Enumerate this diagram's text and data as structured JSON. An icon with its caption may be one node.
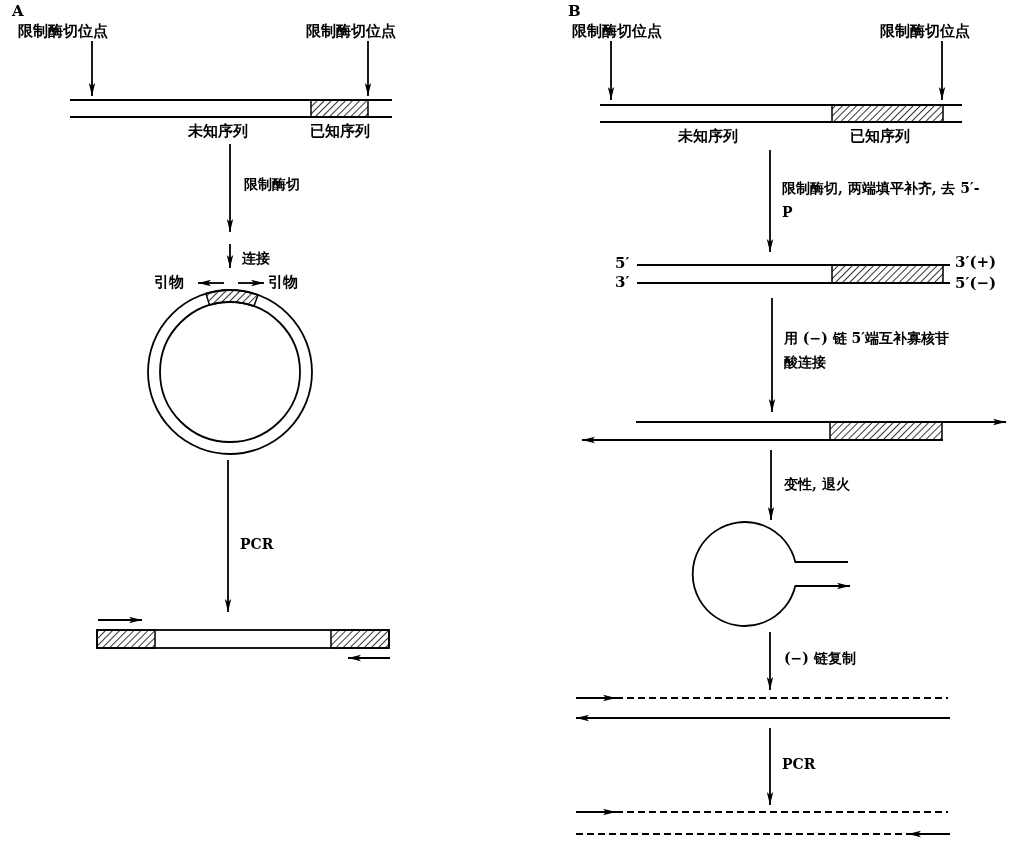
{
  "diagram": {
    "nodes": [
      {
        "text": [
          "限制酶切位点"
        ]
      },
      {
        "text": [
          "限制酶切位点"
        ]
      },
      {
        "text": [],
        "shape": "bar",
        "beside": [
          "未知序列",
          "已知序列"
        ]
      },
      {
        "text": [],
        "shape": "circle",
        "beside": [
          "引物",
          "引物"
        ]
      },
      {
        "text": [],
        "shape": "bar"
      },
      {
        "text": [
          "限制酶切位点"
        ]
      },
      {
        "text": [
          "限制酶切位点"
        ]
      },
      {
        "text": [],
        "shape": "bar",
        "beside": [
          "未知序列",
          "已知序列"
        ]
      },
      {
        "text": [],
        "shape": "bar",
        "beside": [
          "5′",
          "3′",
          "3′(+)",
          "5′(−)"
        ]
      },
      {
        "text": [],
        "shape": "bar"
      },
      {
        "text": [],
        "shape": "circle"
      },
      {
        "text": [],
        "shape": "bar"
      },
      {
        "text": [],
        "shape": "bar"
      }
    ],
    "edges": [
      {
        "from": 0,
        "to": 2,
        "arrow": "to"
      },
      {
        "from": 1,
        "to": 2,
        "arrow": "to"
      },
      {
        "from": 2,
        "to": null,
        "arrow": "to",
        "label": "限制酶切"
      },
      {
        "from": null,
        "to": 3,
        "arrow": "to",
        "label": "连接"
      },
      {
        "from": 3,
        "to": 4,
        "arrow": "to",
        "label": "PCR"
      },
      {
        "from": 5,
        "to": 7,
        "arrow": "to"
      },
      {
        "from": 6,
        "to": 7,
        "arrow": "to"
      },
      {
        "from": 7,
        "to": 8,
        "arrow": "to",
        "label": "限制酶切, 两端填平补齐, 去 5′-P"
      },
      {
        "from": 8,
        "to": 9,
        "arrow": "to",
        "label": "用 (−) 链 5′端互补寡核苷酸连接"
      },
      {
        "from": 9,
        "to": 10,
        "arrow": "to",
        "label": "变性, 退火"
      },
      {
        "from": 10,
        "to": 11,
        "arrow": "to",
        "label": "(−) 链复制"
      },
      {
        "from": 11,
        "to": 12,
        "arrow": "to",
        "label": "PCR"
      }
    ],
    "labels": [
      "A",
      "B"
    ]
  }
}
